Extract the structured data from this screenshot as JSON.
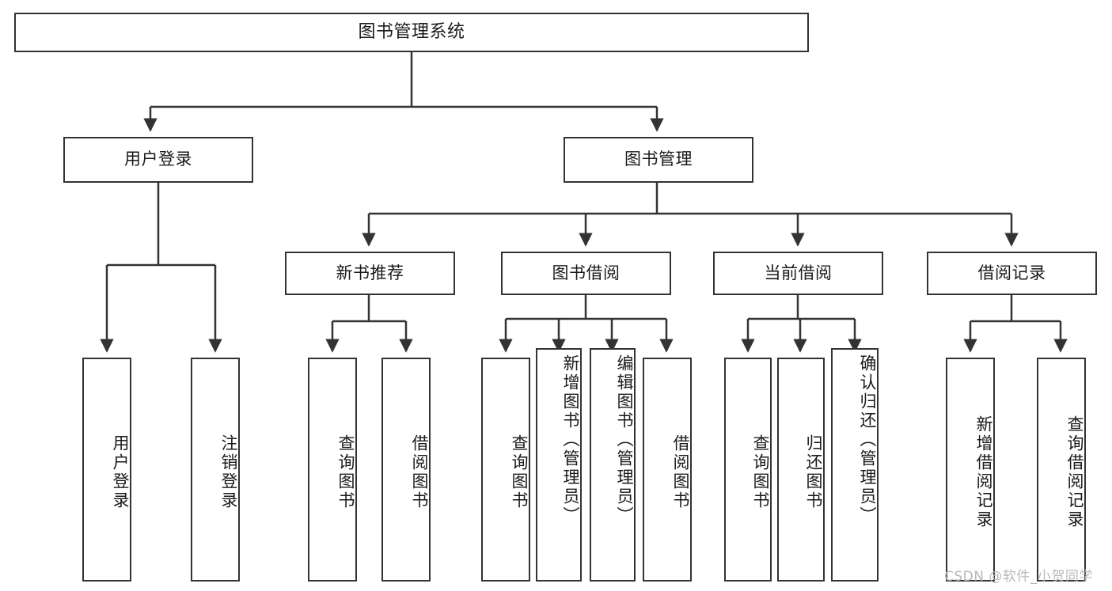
{
  "diagram": {
    "title": "图书管理系统",
    "type": "hierarchy-tree",
    "watermark": "CSDN @软件_小贺同学",
    "colors": {
      "stroke": "#333333",
      "background": "#ffffff",
      "text": "#1a1a1a",
      "watermark": "#b9b9b9"
    }
  },
  "nodes": {
    "root": {
      "label": "图书管理系统",
      "level": 1
    },
    "level2": [
      {
        "id": "user-login",
        "label": "用户登录"
      },
      {
        "id": "book-management",
        "label": "图书管理"
      }
    ],
    "level3": [
      {
        "id": "new-book-recommend",
        "label": "新书推荐",
        "parent": "book-management"
      },
      {
        "id": "book-borrow",
        "label": "图书借阅",
        "parent": "book-management"
      },
      {
        "id": "current-borrow",
        "label": "当前借阅",
        "parent": "book-management"
      },
      {
        "id": "borrow-record",
        "label": "借阅记录",
        "parent": "book-management"
      }
    ],
    "leaves": {
      "user-login": [
        {
          "id": "leaf-user-login",
          "label": "用户登录"
        },
        {
          "id": "leaf-user-logout",
          "label": "注销登录"
        }
      ],
      "new-book-recommend": [
        {
          "id": "leaf-query-book-1",
          "label": "查询图书"
        },
        {
          "id": "leaf-borrow-book-1",
          "label": "借阅图书"
        }
      ],
      "book-borrow": [
        {
          "id": "leaf-query-book-2",
          "label": "查询图书"
        },
        {
          "id": "leaf-add-book",
          "label": "新增图书（管理员）"
        },
        {
          "id": "leaf-edit-book",
          "label": "编辑图书（管理员）"
        },
        {
          "id": "leaf-borrow-book-2",
          "label": "借阅图书"
        }
      ],
      "current-borrow": [
        {
          "id": "leaf-query-book-3",
          "label": "查询图书"
        },
        {
          "id": "leaf-return-book",
          "label": "归还图书"
        },
        {
          "id": "leaf-confirm-return",
          "label": "确认归还（管理员）"
        }
      ],
      "borrow-record": [
        {
          "id": "leaf-add-record",
          "label": "新增借阅记录"
        },
        {
          "id": "leaf-query-record",
          "label": "查询借阅记录"
        }
      ]
    }
  }
}
